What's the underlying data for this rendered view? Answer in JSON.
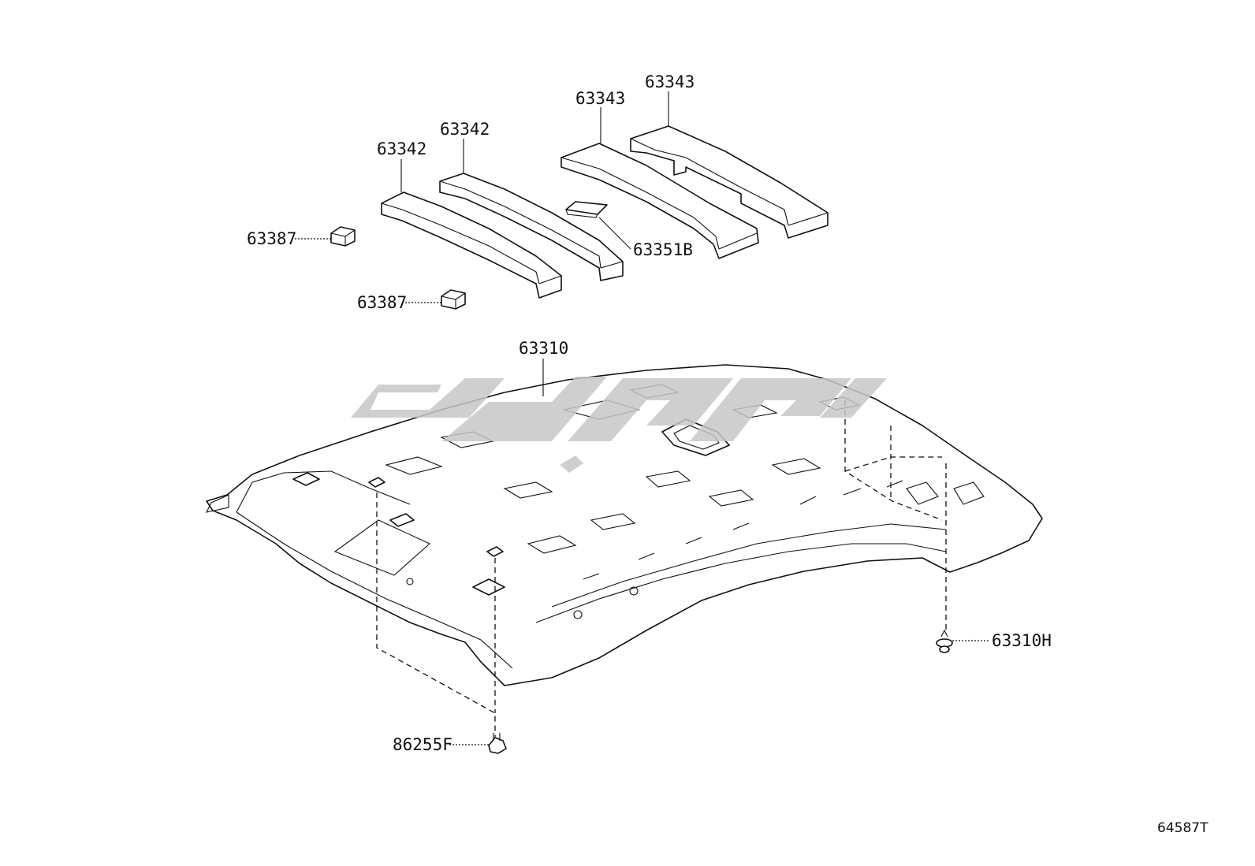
{
  "callouts": {
    "c63343_right": "63343",
    "c63343_left": "63343",
    "c63342_right": "63342",
    "c63342_left": "63342",
    "c63387_top": "63387",
    "c63387_bottom": "63387",
    "c63351B": "63351B",
    "c63310": "63310",
    "c63310H": "63310H",
    "c86255F": "86255F"
  },
  "diagram_code": "64587T",
  "colors": {
    "ink": "#111111",
    "watermark": "#c7c7c7",
    "background": "#ffffff"
  }
}
